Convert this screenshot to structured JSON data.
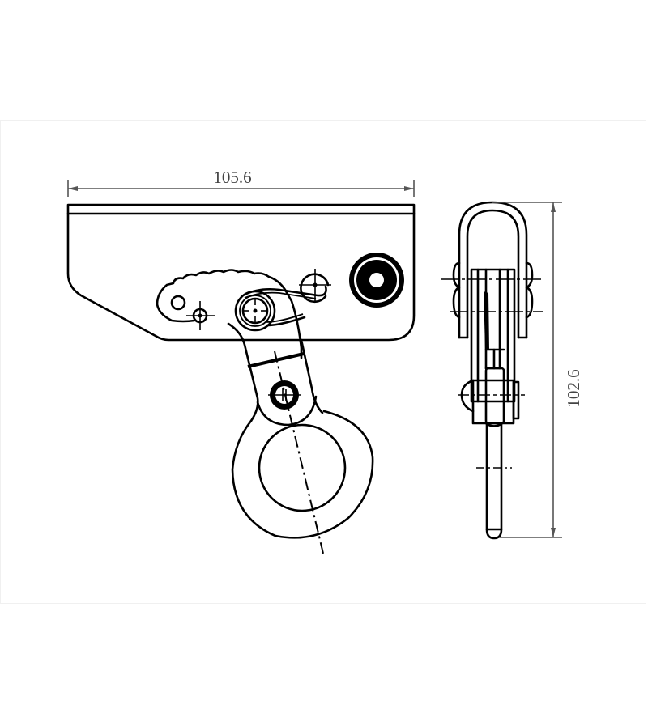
{
  "drawing": {
    "type": "technical-drawing",
    "subject": "rope grab / fall arrester device, front and side views",
    "colors": {
      "line": "#000000",
      "dimension": "#555555",
      "dimension_text": "#444444",
      "background": "#ffffff",
      "frame": "#f0f0f0"
    },
    "views": [
      {
        "name": "front-view",
        "dimension_label": "105.6",
        "dimension_axis": "horizontal"
      },
      {
        "name": "side-view",
        "dimension_label": "102.6",
        "dimension_axis": "vertical"
      }
    ]
  },
  "dimensions": {
    "width_label": "105.6",
    "height_label": "102.6"
  }
}
